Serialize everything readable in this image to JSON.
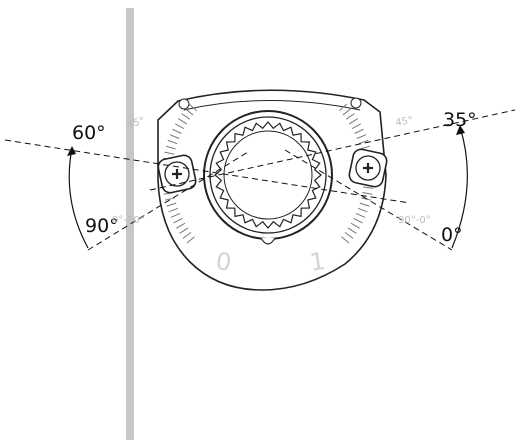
{
  "labels": {
    "left_top_angle": "60°",
    "left_bottom_angle": "90°",
    "right_top_angle": "35°",
    "right_bottom_angle": "0°",
    "left_scale_top": "45°",
    "left_scale_bottom": "0°-90°",
    "right_scale_top": "45°",
    "right_scale_bottom": "90°-0°",
    "position_left": "0",
    "position_right": "1"
  },
  "colors": {
    "wall": "#c7c7c7",
    "outline": "#222222",
    "faded": "#cfcfcf",
    "label": "#111111"
  }
}
